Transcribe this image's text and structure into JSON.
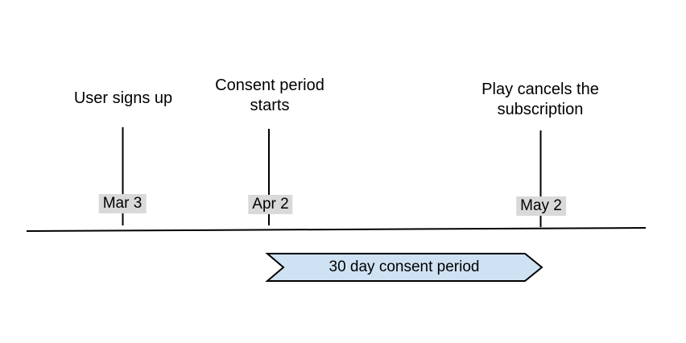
{
  "diagram": {
    "type": "timeline",
    "background": "#ffffff",
    "colors": {
      "text": "#000000",
      "line": "#000000",
      "date_label_bg": "#d9d9d9",
      "banner_fill": "#cfe2f3",
      "banner_border": "#000000"
    },
    "events": [
      {
        "title": "User signs up",
        "date": "Mar 3"
      },
      {
        "title": "Consent period\nstarts",
        "date": "Apr 2"
      },
      {
        "title": "Play cancels the\nsubscription",
        "date": "May 2"
      }
    ],
    "banner": {
      "label": "30 day consent period"
    }
  }
}
